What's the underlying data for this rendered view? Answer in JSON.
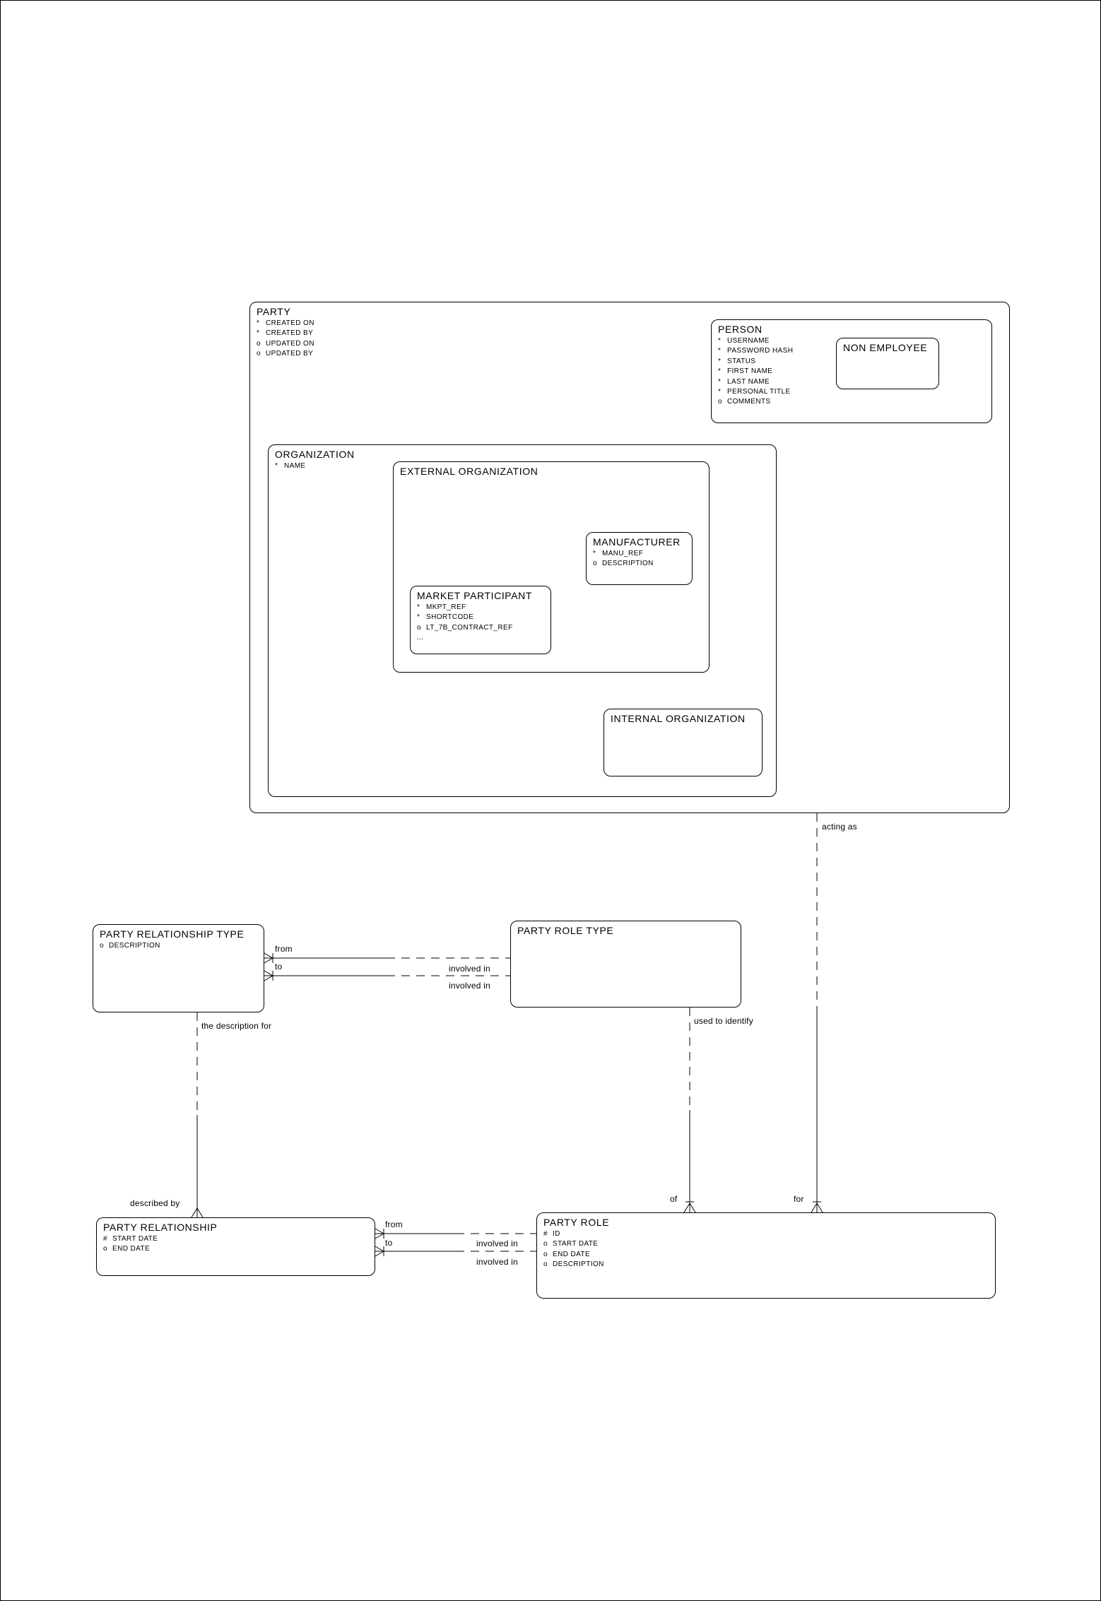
{
  "colors": {
    "line": "#000000",
    "background": "#ffffff"
  },
  "diagram": {
    "entities": [
      {
        "id": "party",
        "title": "PARTY",
        "nested_in": null,
        "attributes": [
          {
            "flag": "*",
            "name": "CREATED ON"
          },
          {
            "flag": "*",
            "name": "CREATED BY"
          },
          {
            "flag": "o",
            "name": "UPDATED ON"
          },
          {
            "flag": "o",
            "name": "UPDATED BY"
          }
        ]
      },
      {
        "id": "person",
        "title": "PERSON",
        "nested_in": "party",
        "attributes": [
          {
            "flag": "*",
            "name": "USERNAME"
          },
          {
            "flag": "*",
            "name": "PASSWORD HASH"
          },
          {
            "flag": "*",
            "name": "STATUS"
          },
          {
            "flag": "*",
            "name": "FIRST NAME"
          },
          {
            "flag": "*",
            "name": "LAST NAME"
          },
          {
            "flag": "*",
            "name": "PERSONAL TITLE"
          },
          {
            "flag": "o",
            "name": "COMMENTS"
          }
        ]
      },
      {
        "id": "non_employee",
        "title": "NON EMPLOYEE",
        "nested_in": "person",
        "attributes": []
      },
      {
        "id": "organization",
        "title": "ORGANIZATION",
        "nested_in": "party",
        "attributes": [
          {
            "flag": "*",
            "name": "NAME"
          }
        ]
      },
      {
        "id": "external_organization",
        "title": "EXTERNAL ORGANIZATION",
        "nested_in": "organization",
        "attributes": []
      },
      {
        "id": "manufacturer",
        "title": "MANUFACTURER",
        "nested_in": "external_organization",
        "attributes": [
          {
            "flag": "*",
            "name": "MANU_REF"
          },
          {
            "flag": "o",
            "name": "DESCRIPTION"
          }
        ]
      },
      {
        "id": "market_participant",
        "title": "MARKET PARTICIPANT",
        "nested_in": "external_organization",
        "attributes": [
          {
            "flag": "*",
            "name": "MKPT_REF"
          },
          {
            "flag": "*",
            "name": "SHORTCODE"
          },
          {
            "flag": "o",
            "name": "LT_7B_CONTRACT_REF"
          },
          {
            "flag": "...",
            "name": ""
          }
        ]
      },
      {
        "id": "internal_organization",
        "title": "INTERNAL ORGANIZATION",
        "nested_in": "organization",
        "attributes": []
      },
      {
        "id": "party_relationship_type",
        "title": "PARTY RELATIONSHIP TYPE",
        "nested_in": null,
        "attributes": [
          {
            "flag": "o",
            "name": "DESCRIPTION"
          }
        ]
      },
      {
        "id": "party_role_type",
        "title": "PARTY ROLE TYPE",
        "nested_in": null,
        "attributes": []
      },
      {
        "id": "party_relationship",
        "title": "PARTY RELATIONSHIP",
        "nested_in": null,
        "attributes": [
          {
            "flag": "#",
            "name": "START DATE"
          },
          {
            "flag": "o",
            "name": "END DATE"
          }
        ]
      },
      {
        "id": "party_role",
        "title": "PARTY ROLE",
        "nested_in": null,
        "attributes": [
          {
            "flag": "#",
            "name": "ID"
          },
          {
            "flag": "o",
            "name": "START DATE"
          },
          {
            "flag": "o",
            "name": "END DATE"
          },
          {
            "flag": "o",
            "name": "DESCRIPTION"
          }
        ]
      }
    ],
    "relationships": [
      {
        "id": "prt-prolet-from",
        "source": "party_relationship_type",
        "target": "party_role_type",
        "source_label": "from",
        "target_label": "involved in"
      },
      {
        "id": "prt-prolet-to",
        "source": "party_relationship_type",
        "target": "party_role_type",
        "source_label": "to",
        "target_label": "involved in"
      },
      {
        "id": "pr-prole-from",
        "source": "party_relationship",
        "target": "party_role",
        "source_label": "from",
        "target_label": "involved in"
      },
      {
        "id": "pr-prole-to",
        "source": "party_relationship",
        "target": "party_role",
        "source_label": "to",
        "target_label": "involved in"
      },
      {
        "id": "prt-pr",
        "source": "party_relationship_type",
        "target": "party_relationship",
        "source_label": "the description for",
        "target_label": "described by"
      },
      {
        "id": "prolet-prole",
        "source": "party_role_type",
        "target": "party_role",
        "source_label": "used to identify",
        "target_label": "of"
      },
      {
        "id": "party-prole",
        "source": "party",
        "target": "party_role",
        "source_label": "acting as",
        "target_label": "for"
      }
    ]
  }
}
